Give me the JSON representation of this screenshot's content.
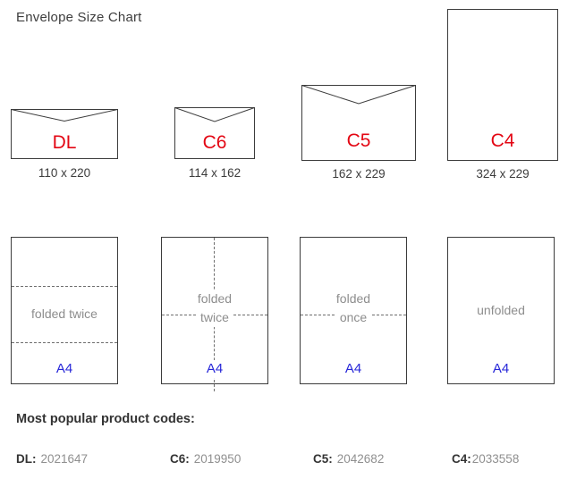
{
  "title": "Envelope Size Chart",
  "a4_label": "A4",
  "footer": {
    "heading": "Most popular product codes:"
  },
  "colors": {
    "envelope_code": "#e30613",
    "a4_label": "#2626d8",
    "outline": "#3c3c3c"
  },
  "envelopes": [
    {
      "code": "DL",
      "size": "110 x 220",
      "fold_line1": "folded twice",
      "fold_line2": "",
      "product_label": "DL:",
      "product_number": "2021647"
    },
    {
      "code": "C6",
      "size": "114 x 162",
      "fold_line1": "folded",
      "fold_line2": "twice",
      "product_label": "C6:",
      "product_number": "2019950"
    },
    {
      "code": "C5",
      "size": "162 x 229",
      "fold_line1": "folded",
      "fold_line2": "once",
      "product_label": "C5:",
      "product_number": "2042682"
    },
    {
      "code": "C4",
      "size": "324 x 229",
      "fold_line1": "unfolded",
      "fold_line2": "",
      "product_label": "C4:",
      "product_number": "2033558"
    }
  ]
}
